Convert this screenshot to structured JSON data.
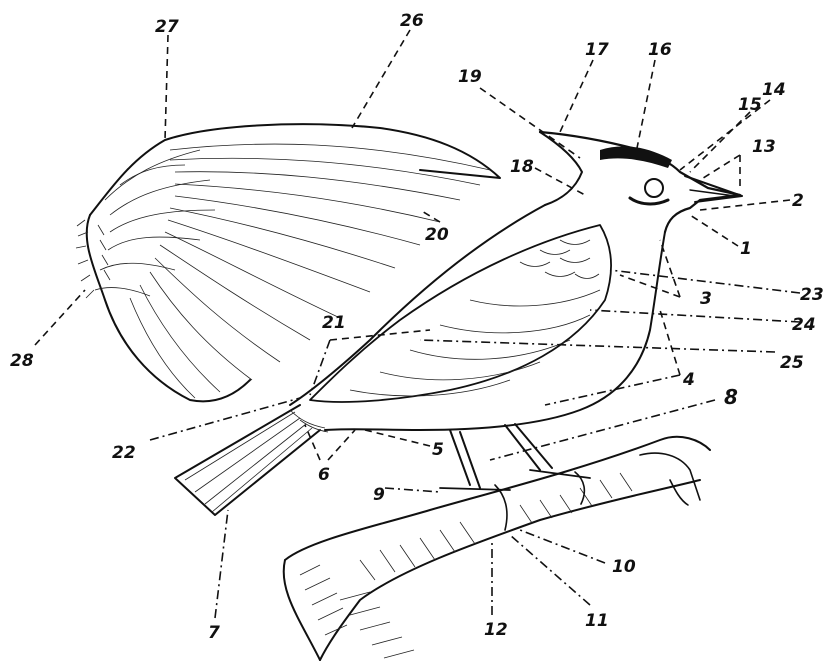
{
  "labels": {
    "l1": "1",
    "l2": "2",
    "l3": "3",
    "l4": "4",
    "l5": "5",
    "l6": "6",
    "l7": "7",
    "l8": "8",
    "l9": "9",
    "l10": "10",
    "l11": "11",
    "l12": "12",
    "l13": "13",
    "l14": "14",
    "l15": "15",
    "l16": "16",
    "l17": "17",
    "l18": "18",
    "l19": "19",
    "l20": "20",
    "l21": "21",
    "l22": "22",
    "l23": "23",
    "l24": "24",
    "l25": "25",
    "l26": "26",
    "l27": "27",
    "l28": "28"
  },
  "colors": {
    "ink": "#111111",
    "paper": "#ffffff"
  }
}
